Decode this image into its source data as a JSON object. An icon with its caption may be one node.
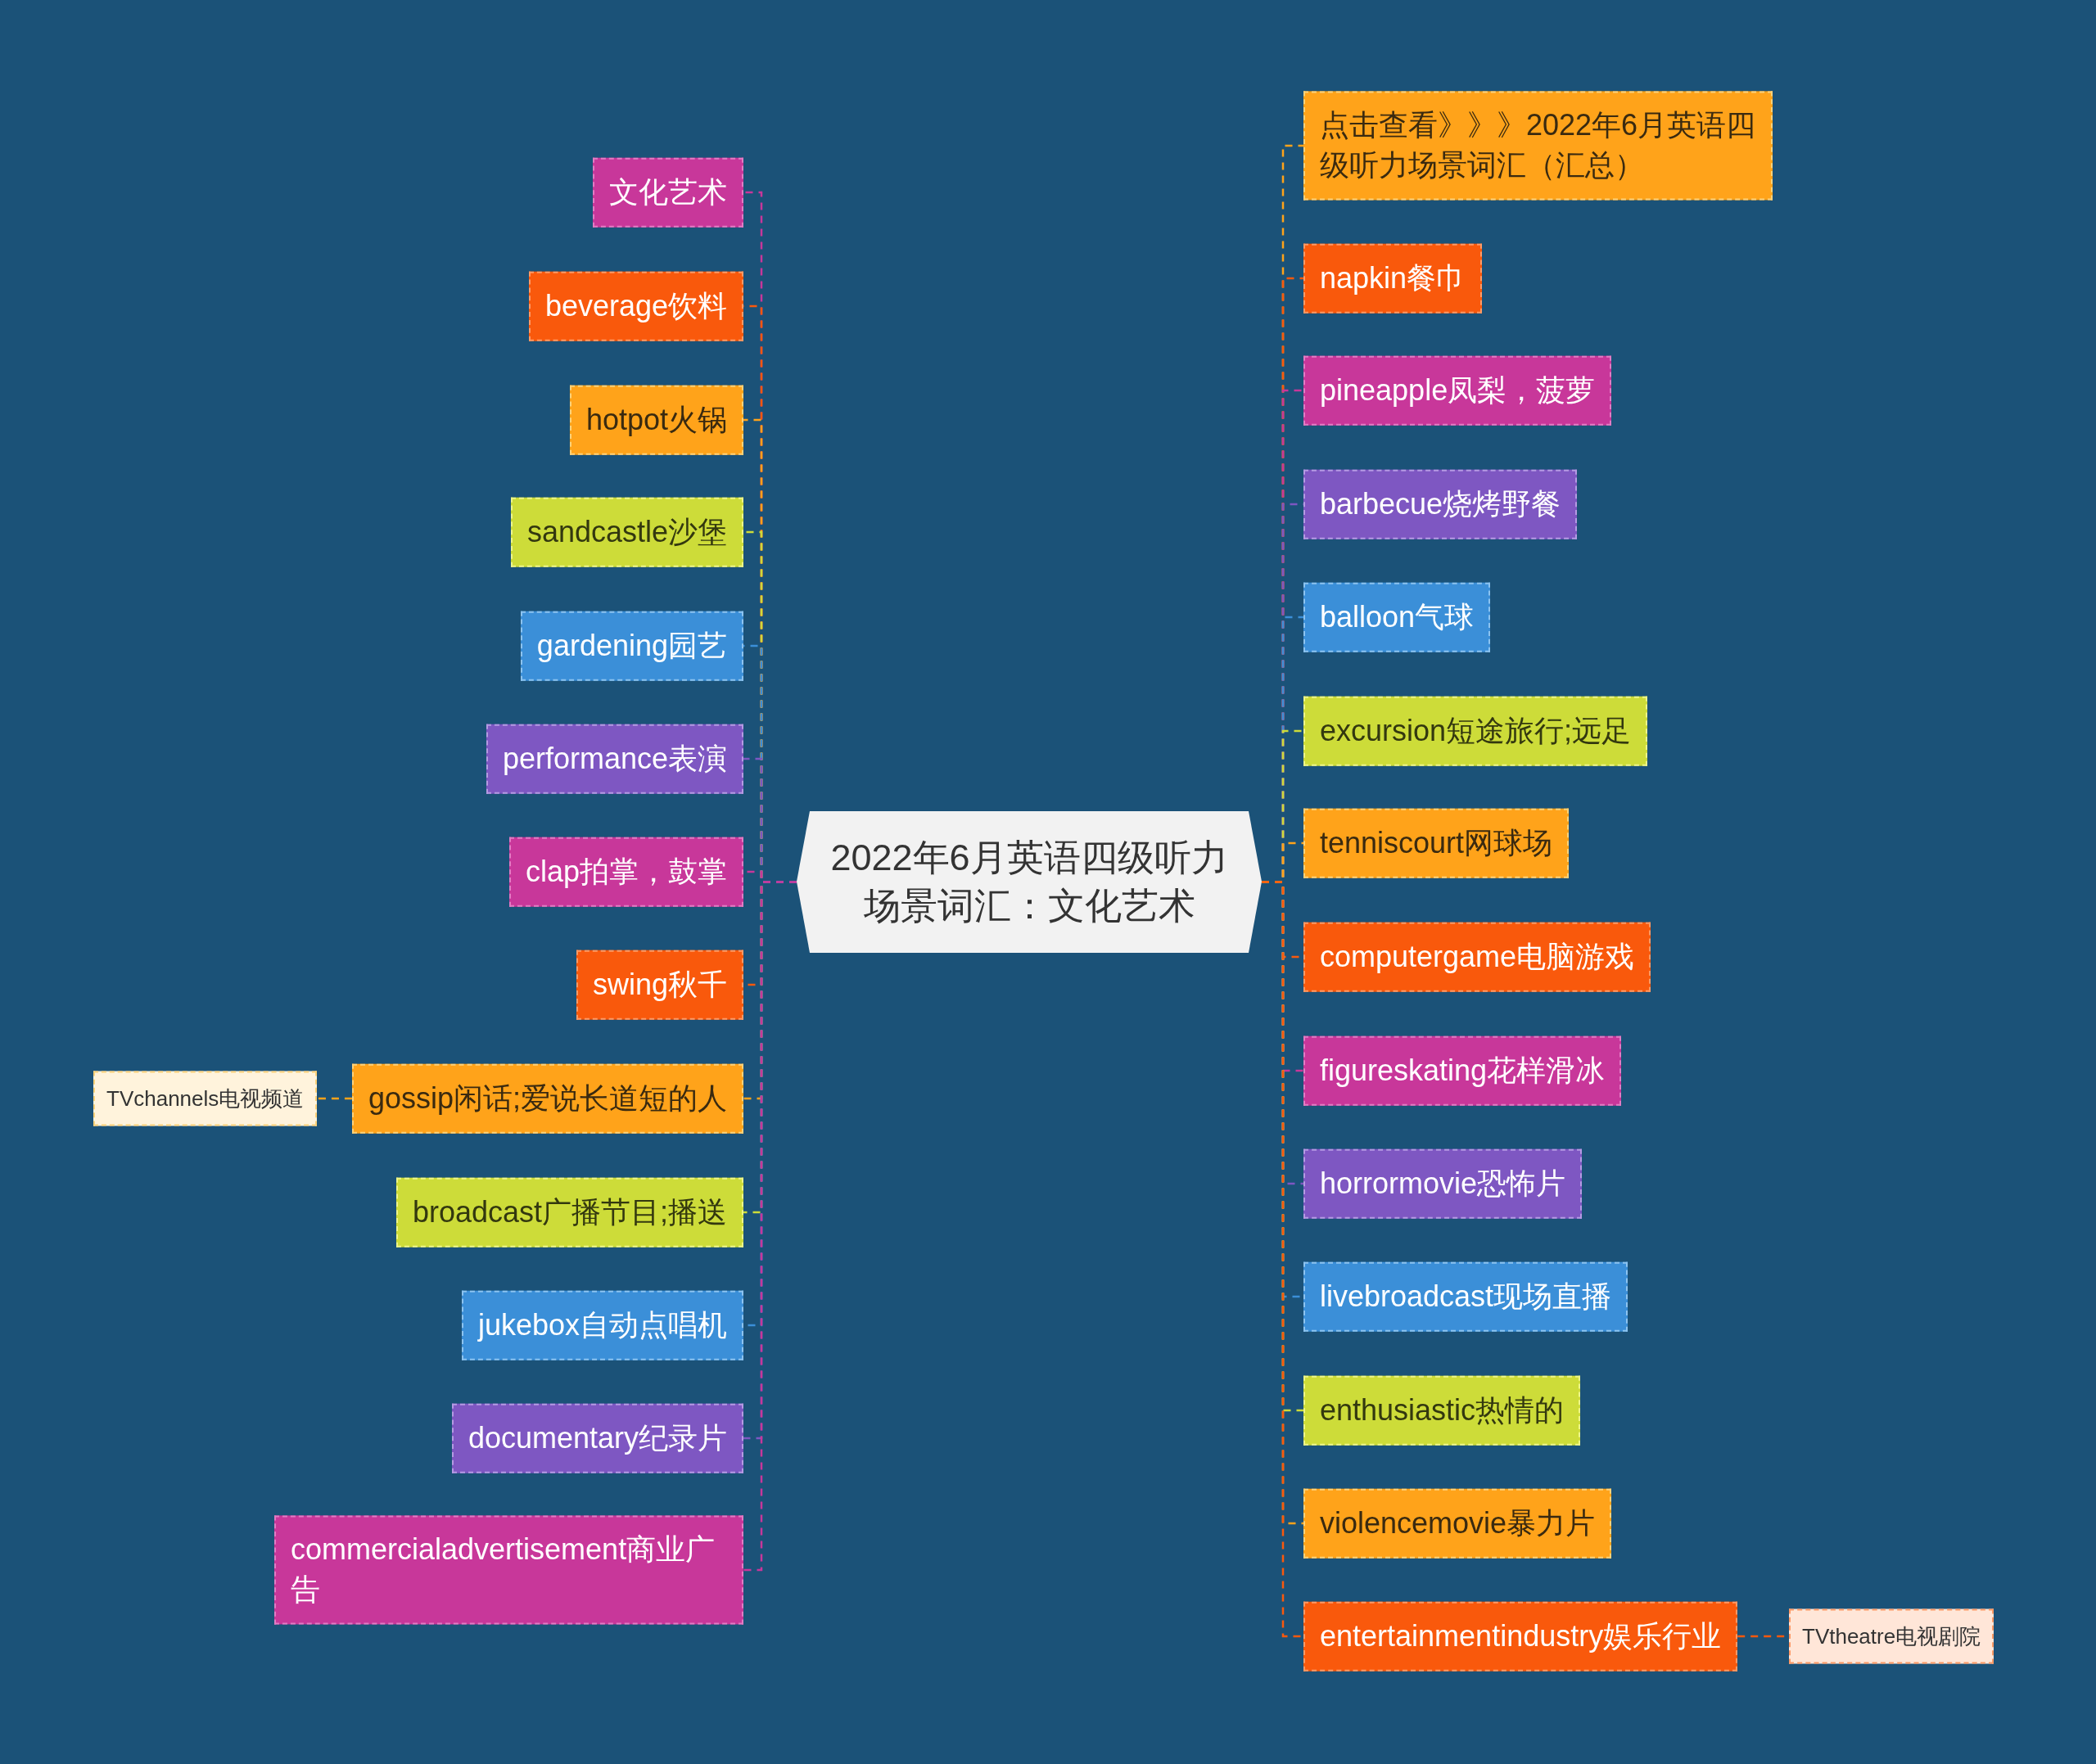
{
  "diagram": {
    "nodes": [
      {
        "text": [
          "2022年6月英语四级听力场景词汇：文化艺术"
        ]
      },
      {
        "text": [
          "文化艺术"
        ]
      },
      {
        "text": [
          "beverage饮料"
        ]
      },
      {
        "text": [
          "hotpot火锅"
        ]
      },
      {
        "text": [
          "sandcastle沙堡"
        ]
      },
      {
        "text": [
          "gardening园艺"
        ]
      },
      {
        "text": [
          "performance表演"
        ]
      },
      {
        "text": [
          "clap拍掌，鼓掌"
        ]
      },
      {
        "text": [
          "swing秋千"
        ]
      },
      {
        "text": [
          "gossip闲话;爱说长道短的人"
        ]
      },
      {
        "text": [
          "broadcast广播节目;播送"
        ]
      },
      {
        "text": [
          "jukebox自动点唱机"
        ]
      },
      {
        "text": [
          "documentary纪录片"
        ]
      },
      {
        "text": [
          "commercialadvertisement商业广告"
        ]
      },
      {
        "text": [
          "TVchannels电视频道"
        ]
      },
      {
        "text": [
          "点击查看》》》2022年6月英语四级听力场景词汇（汇总）"
        ]
      },
      {
        "text": [
          "napkin餐巾"
        ]
      },
      {
        "text": [
          "pineapple凤梨，菠萝"
        ]
      },
      {
        "text": [
          "barbecue烧烤野餐"
        ]
      },
      {
        "text": [
          "balloon气球"
        ]
      },
      {
        "text": [
          "excursion短途旅行;远足"
        ]
      },
      {
        "text": [
          "tenniscourt网球场"
        ]
      },
      {
        "text": [
          "computergame电脑游戏"
        ]
      },
      {
        "text": [
          "figureskating花样滑冰"
        ]
      },
      {
        "text": [
          "horrormovie恐怖片"
        ]
      },
      {
        "text": [
          "livebroadcast现场直播"
        ]
      },
      {
        "text": [
          "enthusiastic热情的"
        ]
      },
      {
        "text": [
          "violencemovie暴力片"
        ]
      },
      {
        "text": [
          "entertainmentindustry娱乐行业"
        ]
      },
      {
        "text": [
          "TVtheatre电视剧院"
        ]
      }
    ],
    "edges": [
      {
        "from": 0,
        "to": 1,
        "arrow": "none",
        "color": "#c8379a"
      },
      {
        "from": 0,
        "to": 2,
        "arrow": "none",
        "color": "#f9590c"
      },
      {
        "from": 0,
        "to": 3,
        "arrow": "none",
        "color": "#ffa31a"
      },
      {
        "from": 0,
        "to": 4,
        "arrow": "none",
        "color": "#cddc39"
      },
      {
        "from": 0,
        "to": 5,
        "arrow": "none",
        "color": "#3b8fd8"
      },
      {
        "from": 0,
        "to": 6,
        "arrow": "none",
        "color": "#7e57c2"
      },
      {
        "from": 0,
        "to": 7,
        "arrow": "none",
        "color": "#c8379a"
      },
      {
        "from": 0,
        "to": 8,
        "arrow": "none",
        "color": "#f9590c"
      },
      {
        "from": 0,
        "to": 9,
        "arrow": "none",
        "color": "#ffa31a"
      },
      {
        "from": 0,
        "to": 10,
        "arrow": "none",
        "color": "#cddc39"
      },
      {
        "from": 0,
        "to": 11,
        "arrow": "none",
        "color": "#3b8fd8"
      },
      {
        "from": 0,
        "to": 12,
        "arrow": "none",
        "color": "#7e57c2"
      },
      {
        "from": 0,
        "to": 13,
        "arrow": "none",
        "color": "#c8379a"
      },
      {
        "from": 9,
        "to": 14,
        "arrow": "none",
        "color": "#ffa31a"
      },
      {
        "from": 0,
        "to": 15,
        "arrow": "none",
        "color": "#ffa31a"
      },
      {
        "from": 0,
        "to": 16,
        "arrow": "none",
        "color": "#f9590c"
      },
      {
        "from": 0,
        "to": 17,
        "arrow": "none",
        "color": "#c8379a"
      },
      {
        "from": 0,
        "to": 18,
        "arrow": "none",
        "color": "#7e57c2"
      },
      {
        "from": 0,
        "to": 19,
        "arrow": "none",
        "color": "#3b8fd8"
      },
      {
        "from": 0,
        "to": 20,
        "arrow": "none",
        "color": "#cddc39"
      },
      {
        "from": 0,
        "to": 21,
        "arrow": "none",
        "color": "#ffa31a"
      },
      {
        "from": 0,
        "to": 22,
        "arrow": "none",
        "color": "#f9590c"
      },
      {
        "from": 0,
        "to": 23,
        "arrow": "none",
        "color": "#c8379a"
      },
      {
        "from": 0,
        "to": 24,
        "arrow": "none",
        "color": "#7e57c2"
      },
      {
        "from": 0,
        "to": 25,
        "arrow": "none",
        "color": "#3b8fd8"
      },
      {
        "from": 0,
        "to": 26,
        "arrow": "none",
        "color": "#cddc39"
      },
      {
        "from": 0,
        "to": 27,
        "arrow": "none",
        "color": "#ffa31a"
      },
      {
        "from": 0,
        "to": 28,
        "arrow": "none",
        "color": "#f9590c"
      },
      {
        "from": 28,
        "to": 29,
        "arrow": "none",
        "color": "#f9590c"
      }
    ]
  }
}
